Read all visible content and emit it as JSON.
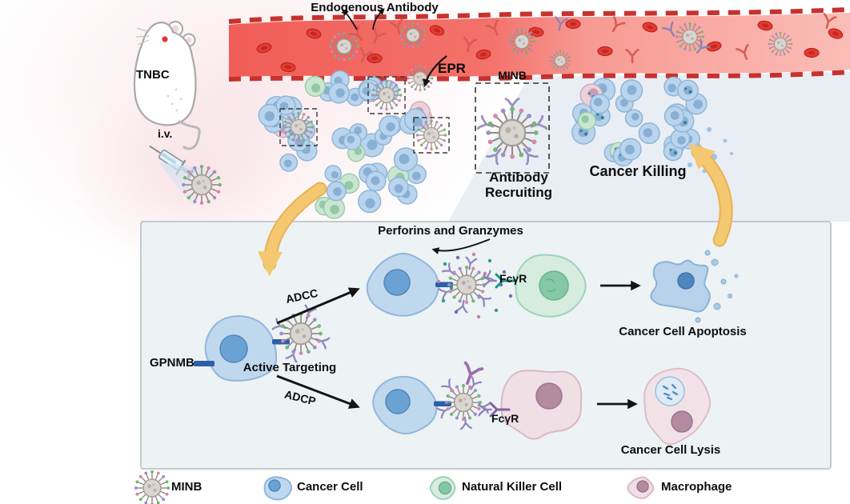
{
  "labels": {
    "endogenous_antibody": "Endogenous Antibody",
    "tnbc": "TNBC",
    "iv": "i.v.",
    "epr": "EPR",
    "minb": "MINB",
    "antibody_recruiting": "Antibody Recruiting",
    "cancer_killing": "Cancer Killing",
    "perforins_granzymes": "Perforins and Granzymes",
    "adcc": "ADCC",
    "adcp": "ADCP",
    "fcgr_nk": "FcγR",
    "fcgr_macrophage": "FcγR",
    "gpnmb": "GPNMB",
    "active_targeting": "Active Targeting",
    "cancer_cell_apoptosis": "Cancer Cell Apoptosis",
    "cancer_cell_lysis": "Cancer Cell Lysis"
  },
  "legend": {
    "items": [
      {
        "icon": "minb-nanoparticle-icon",
        "label": "MINB"
      },
      {
        "icon": "cancer-cell-icon",
        "label": "Cancer Cell"
      },
      {
        "icon": "natural-killer-cell-icon",
        "label": "Natural Killer Cell"
      },
      {
        "icon": "macrophage-icon",
        "label": "Macrophage"
      }
    ]
  },
  "colors": {
    "vessel_red": "#f1605a",
    "vessel_light": "#fbbcb6",
    "cancer_cell_fill": "#c0d8ee",
    "nk_cell_fill": "#d5ecdf",
    "macrophage_fill": "#f0dfe5",
    "nanoparticle_fill": "#d9d5d1",
    "arrow_yellow": "#f3c870",
    "panel_background": "#edf2f4"
  }
}
